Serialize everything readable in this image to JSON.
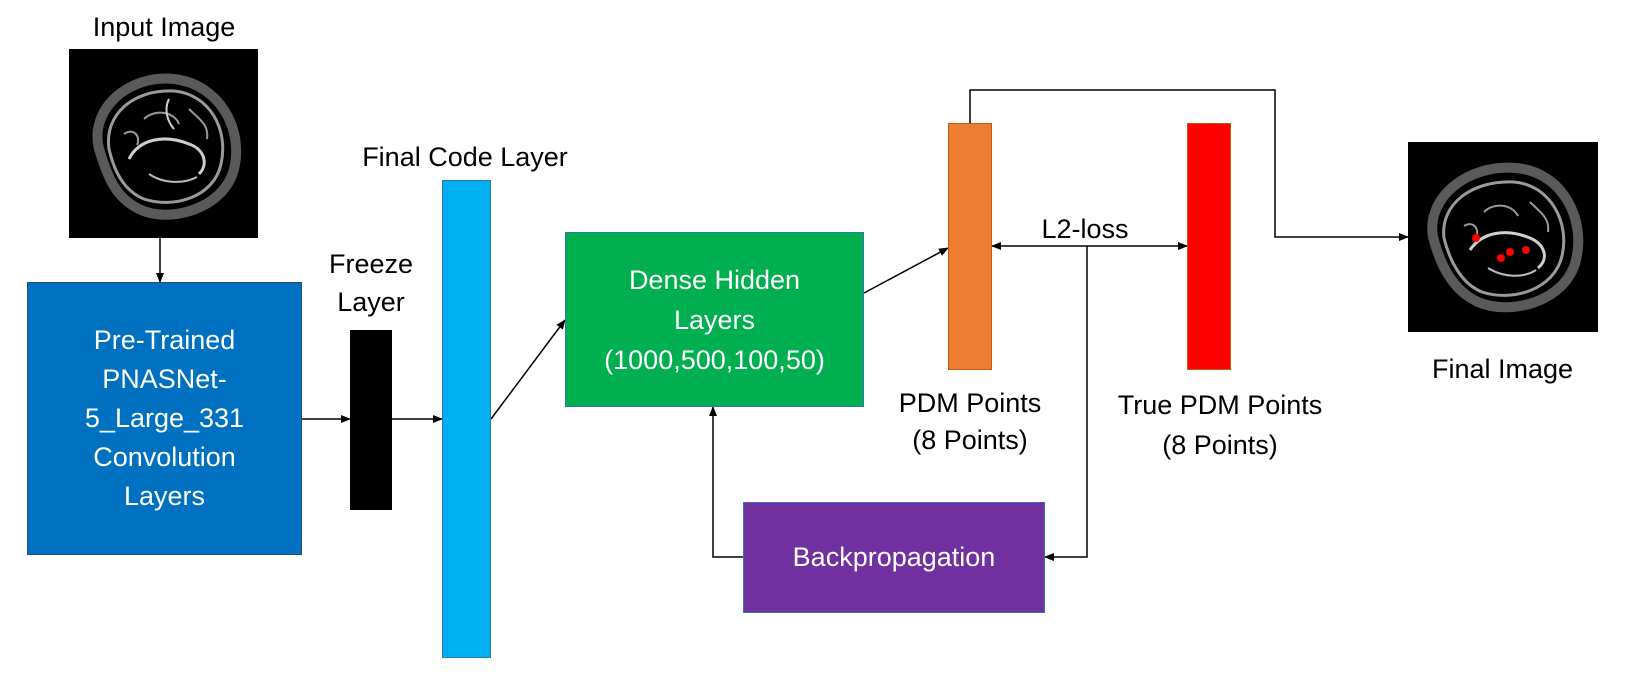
{
  "labels": {
    "input_image": "Input Image",
    "final_image": "Final Image",
    "final_code_layer": "Final Code Layer",
    "freeze_layer": [
      "Freeze",
      "Layer"
    ],
    "pdm_points": [
      "PDM Points",
      "(8 Points)"
    ],
    "true_pdm_points": [
      "True PDM Points",
      "(8 Points)"
    ],
    "loss": "L2-loss"
  },
  "boxes": {
    "pretrained": [
      "Pre-Trained",
      "PNASNet-",
      "5_Large_331",
      "Convolution",
      "Layers"
    ],
    "dense": [
      "Dense Hidden",
      "Layers",
      "(1000,500,100,50)"
    ],
    "backprop": "Backpropagation"
  },
  "colors": {
    "pretrained": "#0070c0",
    "freeze": "#000000",
    "final_code": "#00b0f0",
    "dense": "#00b050",
    "pdm": "#ed7d31",
    "true_pdm": "#ff0000",
    "backprop": "#7030a0"
  }
}
